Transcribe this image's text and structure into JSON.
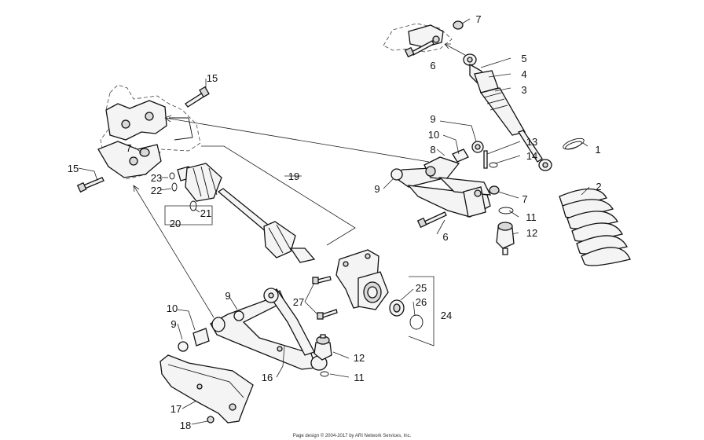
{
  "labels": [
    {
      "id": "c-1",
      "text": "1"
    },
    {
      "id": "c-2",
      "text": "2"
    },
    {
      "id": "c-3",
      "text": "3"
    },
    {
      "id": "c-4",
      "text": "4"
    },
    {
      "id": "c-5",
      "text": "5"
    },
    {
      "id": "c-6-top",
      "text": "6"
    },
    {
      "id": "c-6-right",
      "text": "6"
    },
    {
      "id": "c-7-top",
      "text": "7"
    },
    {
      "id": "c-7-left",
      "text": "7"
    },
    {
      "id": "c-7-right",
      "text": "7"
    },
    {
      "id": "c-8",
      "text": "8"
    },
    {
      "id": "c-9-upper",
      "text": "9"
    },
    {
      "id": "c-9-mid",
      "text": "9"
    },
    {
      "id": "c-9-lowerA",
      "text": "9"
    },
    {
      "id": "c-9-lowerB",
      "text": "9"
    },
    {
      "id": "c-10-upper",
      "text": "10"
    },
    {
      "id": "c-10-lower",
      "text": "10"
    },
    {
      "id": "c-11-right",
      "text": "11"
    },
    {
      "id": "c-11-lower",
      "text": "11"
    },
    {
      "id": "c-12-right",
      "text": "12"
    },
    {
      "id": "c-12-lower",
      "text": "12"
    },
    {
      "id": "c-13",
      "text": "13"
    },
    {
      "id": "c-14",
      "text": "14"
    },
    {
      "id": "c-15-top",
      "text": "15"
    },
    {
      "id": "c-15-left",
      "text": "15"
    },
    {
      "id": "c-16",
      "text": "16"
    },
    {
      "id": "c-17",
      "text": "17"
    },
    {
      "id": "c-18",
      "text": "18"
    },
    {
      "id": "c-19",
      "text": "19"
    },
    {
      "id": "c-20",
      "text": "20"
    },
    {
      "id": "c-21",
      "text": "21"
    },
    {
      "id": "c-22",
      "text": "22"
    },
    {
      "id": "c-23",
      "text": "23"
    },
    {
      "id": "c-24",
      "text": "24"
    },
    {
      "id": "c-25",
      "text": "25"
    },
    {
      "id": "c-26",
      "text": "26"
    },
    {
      "id": "c-27",
      "text": "27"
    }
  ],
  "footer": "Page design © 2004-2017 by ARI Network Services, Inc."
}
